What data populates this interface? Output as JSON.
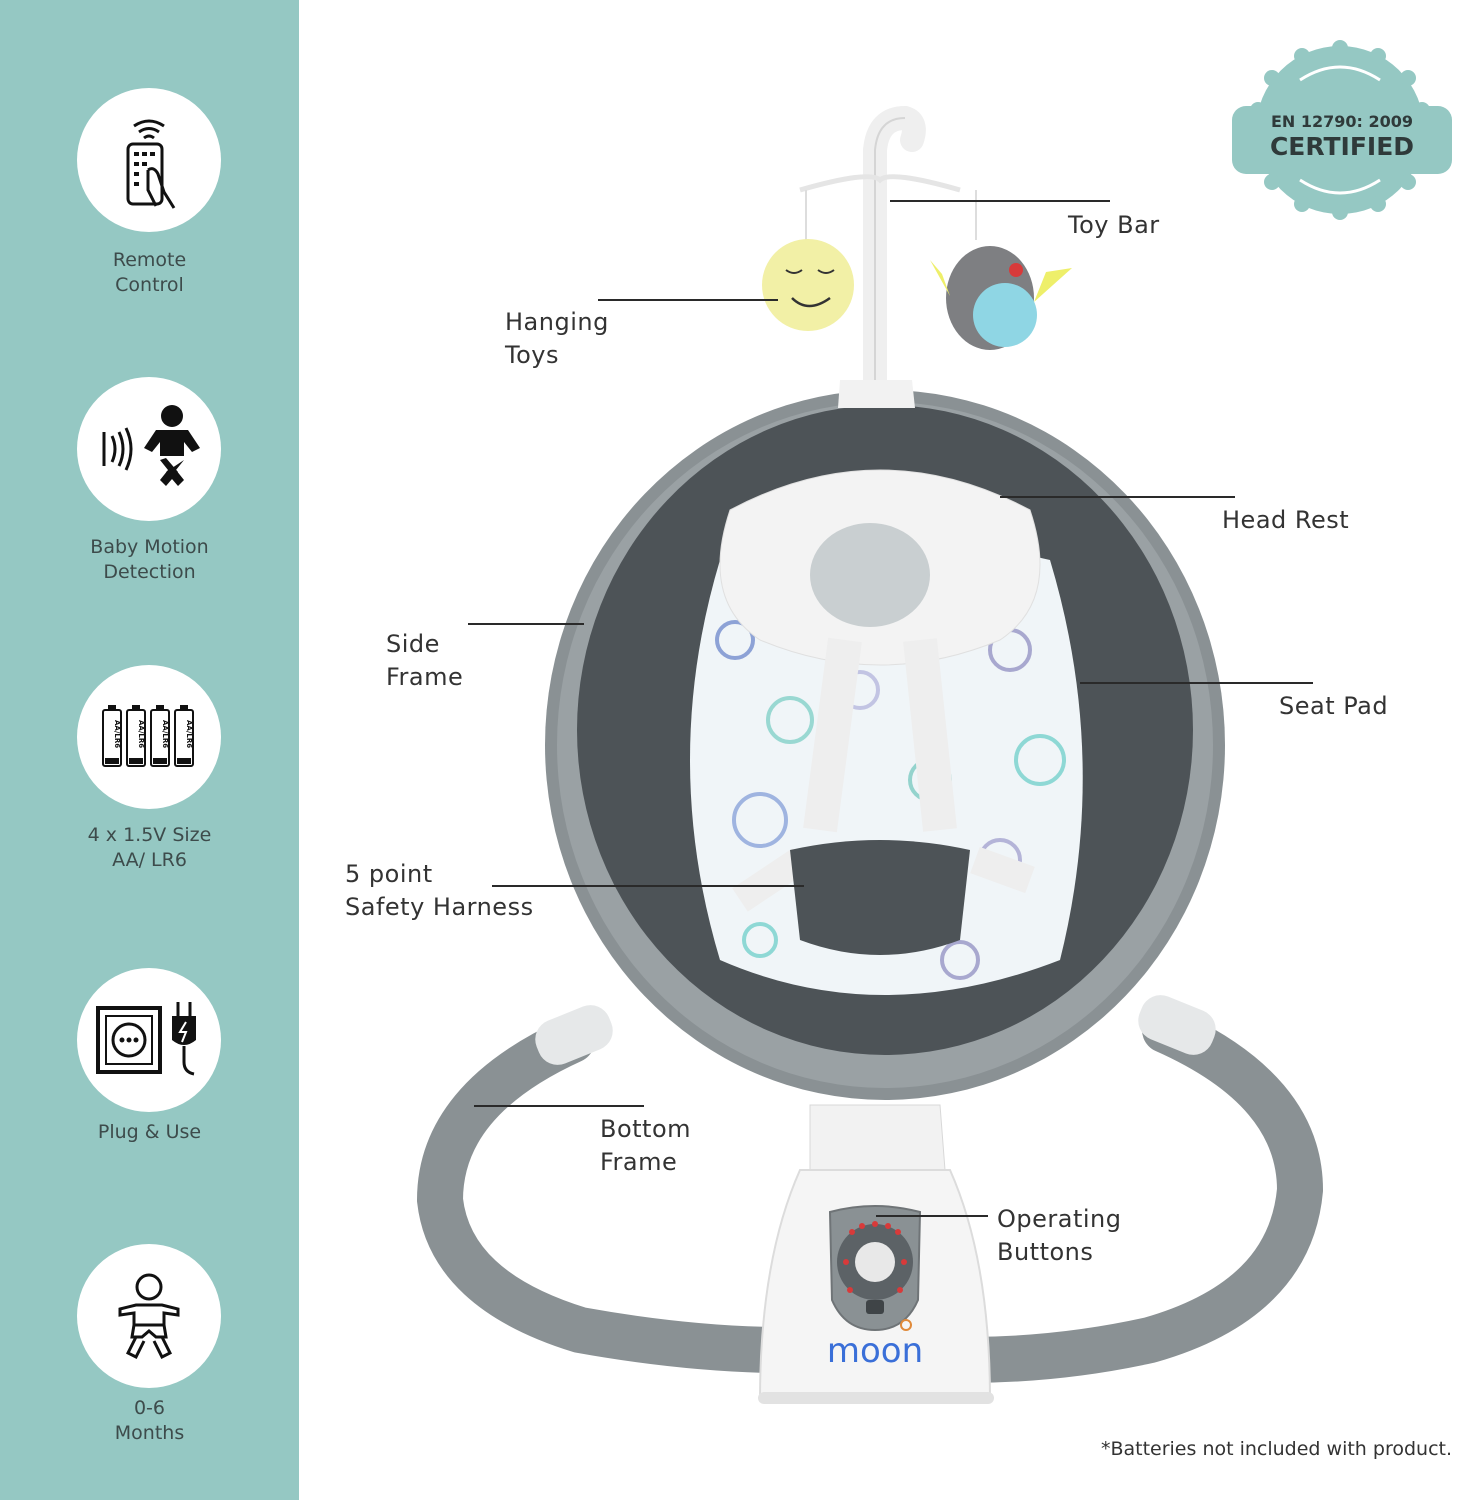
{
  "features": [
    {
      "icon": "remote-control-icon",
      "label": "Remote\nControl"
    },
    {
      "icon": "baby-motion-icon",
      "label": "Baby Motion\nDetection"
    },
    {
      "icon": "batteries-icon",
      "label": "4 x 1.5V Size\nAA/ LR6",
      "battery_text": "AA/LR6"
    },
    {
      "icon": "plug-socket-icon",
      "label": "Plug & Use"
    },
    {
      "icon": "baby-icon",
      "label": "0-6\nMonths"
    }
  ],
  "badge": {
    "line1": "EN 12790: 2009",
    "line2": "CERTIFIED"
  },
  "callouts": {
    "toy_bar": "Toy Bar",
    "hanging_toys": "Hanging\nToys",
    "head_rest": "Head Rest",
    "side_frame": "Side\nFrame",
    "seat_pad": "Seat Pad",
    "harness": "5 point\nSafety Harness",
    "bottom_frame": "Bottom\nFrame",
    "operating_buttons": "Operating\nButtons"
  },
  "brand": "moon",
  "footnote": "*Batteries not included with product.",
  "colors": {
    "sidebar": "#95c8c3",
    "badge": "#95c8c3",
    "frame": "#8a9194",
    "fabric": "#4d5357",
    "brand": "#3a6fd8"
  }
}
